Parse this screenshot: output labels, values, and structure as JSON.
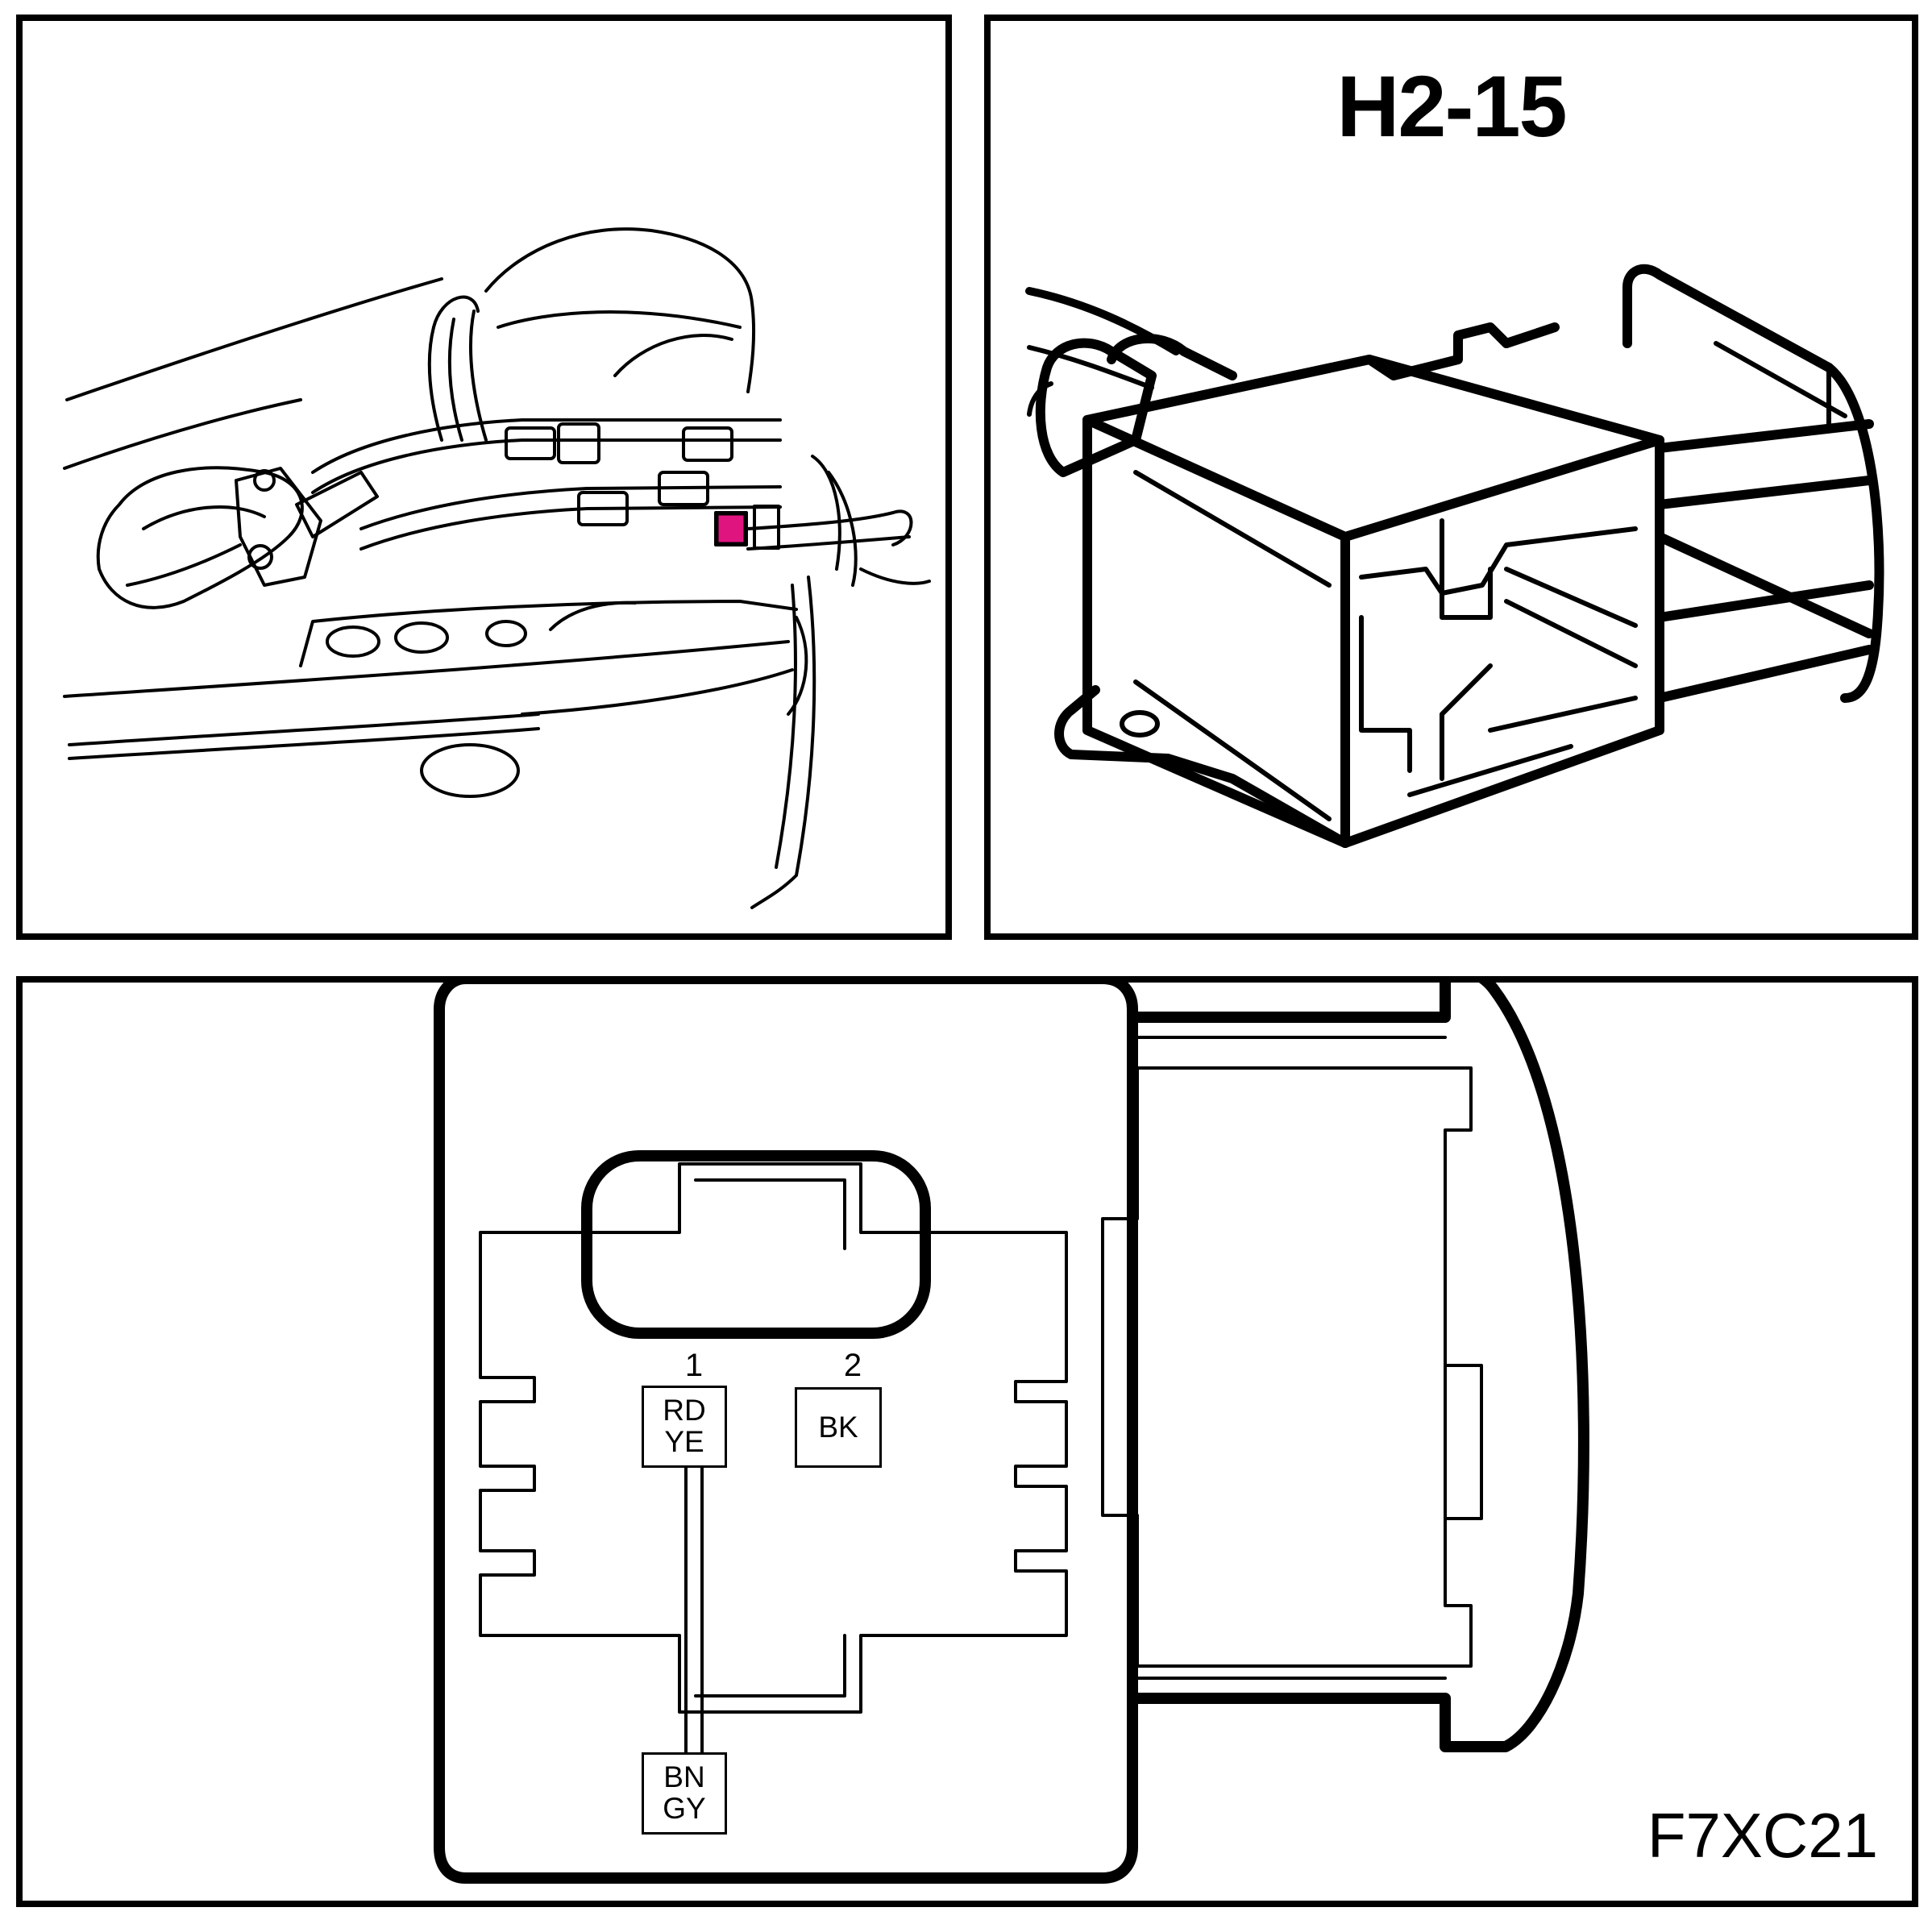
{
  "connector": {
    "id": "H2-15"
  },
  "figure": {
    "code": "F7XC21"
  },
  "pins": [
    {
      "number": "1",
      "color_line1": "RD",
      "color_line2": "YE"
    },
    {
      "number": "2",
      "color_line1": "BK",
      "color_line2": ""
    }
  ],
  "harness_wire": {
    "color_line1": "BN",
    "color_line2": "GY"
  },
  "colors": {
    "highlight": "#e0147f",
    "line": "#000000"
  }
}
